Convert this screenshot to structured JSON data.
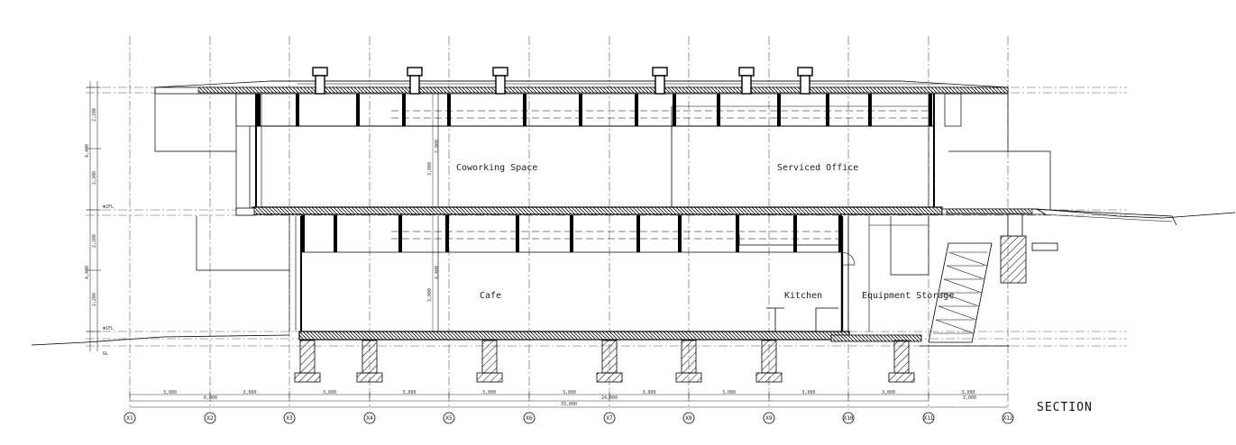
{
  "drawing": {
    "title": "SECTION",
    "rooms": {
      "coworking": "Coworking Space",
      "serviced_office": "Serviced Office",
      "cafe": "Cafe",
      "kitchen": "Kitchen",
      "equipment_storage": "Equipment Storage"
    },
    "grid_labels": [
      "X1",
      "X2",
      "X3",
      "X4",
      "X5",
      "X6",
      "X7",
      "X8",
      "X9",
      "X10",
      "X11",
      "X12"
    ],
    "span_dimensions": [
      "3,000",
      "3,000",
      "3,000",
      "3,000",
      "3,000",
      "3,000",
      "3,000",
      "3,000",
      "3,000",
      "3,000",
      "3,000"
    ],
    "group_dimensions": [
      "6,000",
      "24,000",
      "3,000"
    ],
    "overall_dimension": "33,000",
    "left_vertical_dims": [
      "2,200",
      "4,400",
      "2,200",
      "2,200",
      "4,400",
      "2,200"
    ],
    "inner_vertical_dims": [
      "3,000",
      "2,000",
      "3,000",
      "4,400"
    ],
    "levels": [
      "▼2FL",
      "▼1FL",
      "GL"
    ]
  }
}
